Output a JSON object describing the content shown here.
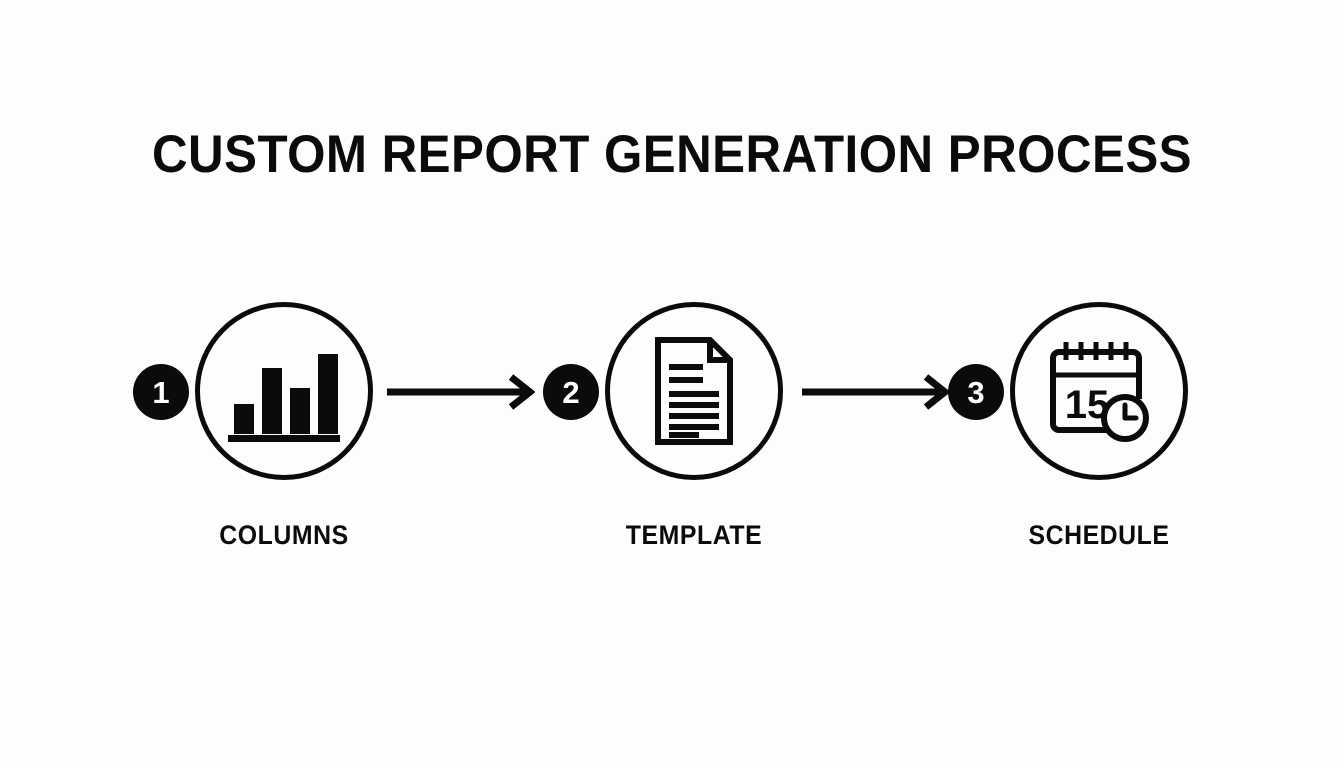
{
  "page": {
    "title": "CUSTOM REPORT GENERATION PROCESS",
    "background_color": "#fdfdfd",
    "ink_color": "#0b0b0b",
    "badge_text_color": "#ffffff"
  },
  "flow": {
    "orientation": "horizontal-left-to-right",
    "steps": [
      {
        "number": "1",
        "label": "COLUMNS",
        "icon": "bar-chart-icon",
        "icon_detail": {
          "bars": [
            35,
            78,
            55,
            95
          ],
          "baseline": true
        }
      },
      {
        "number": "2",
        "label": "TEMPLATE",
        "icon": "document-icon",
        "icon_detail": {
          "folded_corner": true,
          "text_lines": 7
        }
      },
      {
        "number": "3",
        "label": "SCHEDULE",
        "icon": "calendar-clock-icon",
        "icon_detail": {
          "day": "15",
          "rings": 5,
          "clock": true
        }
      }
    ],
    "connectors": [
      {
        "from": "1",
        "to": "2",
        "icon": "arrow-right-icon"
      },
      {
        "from": "2",
        "to": "3",
        "icon": "arrow-right-icon"
      }
    ]
  }
}
